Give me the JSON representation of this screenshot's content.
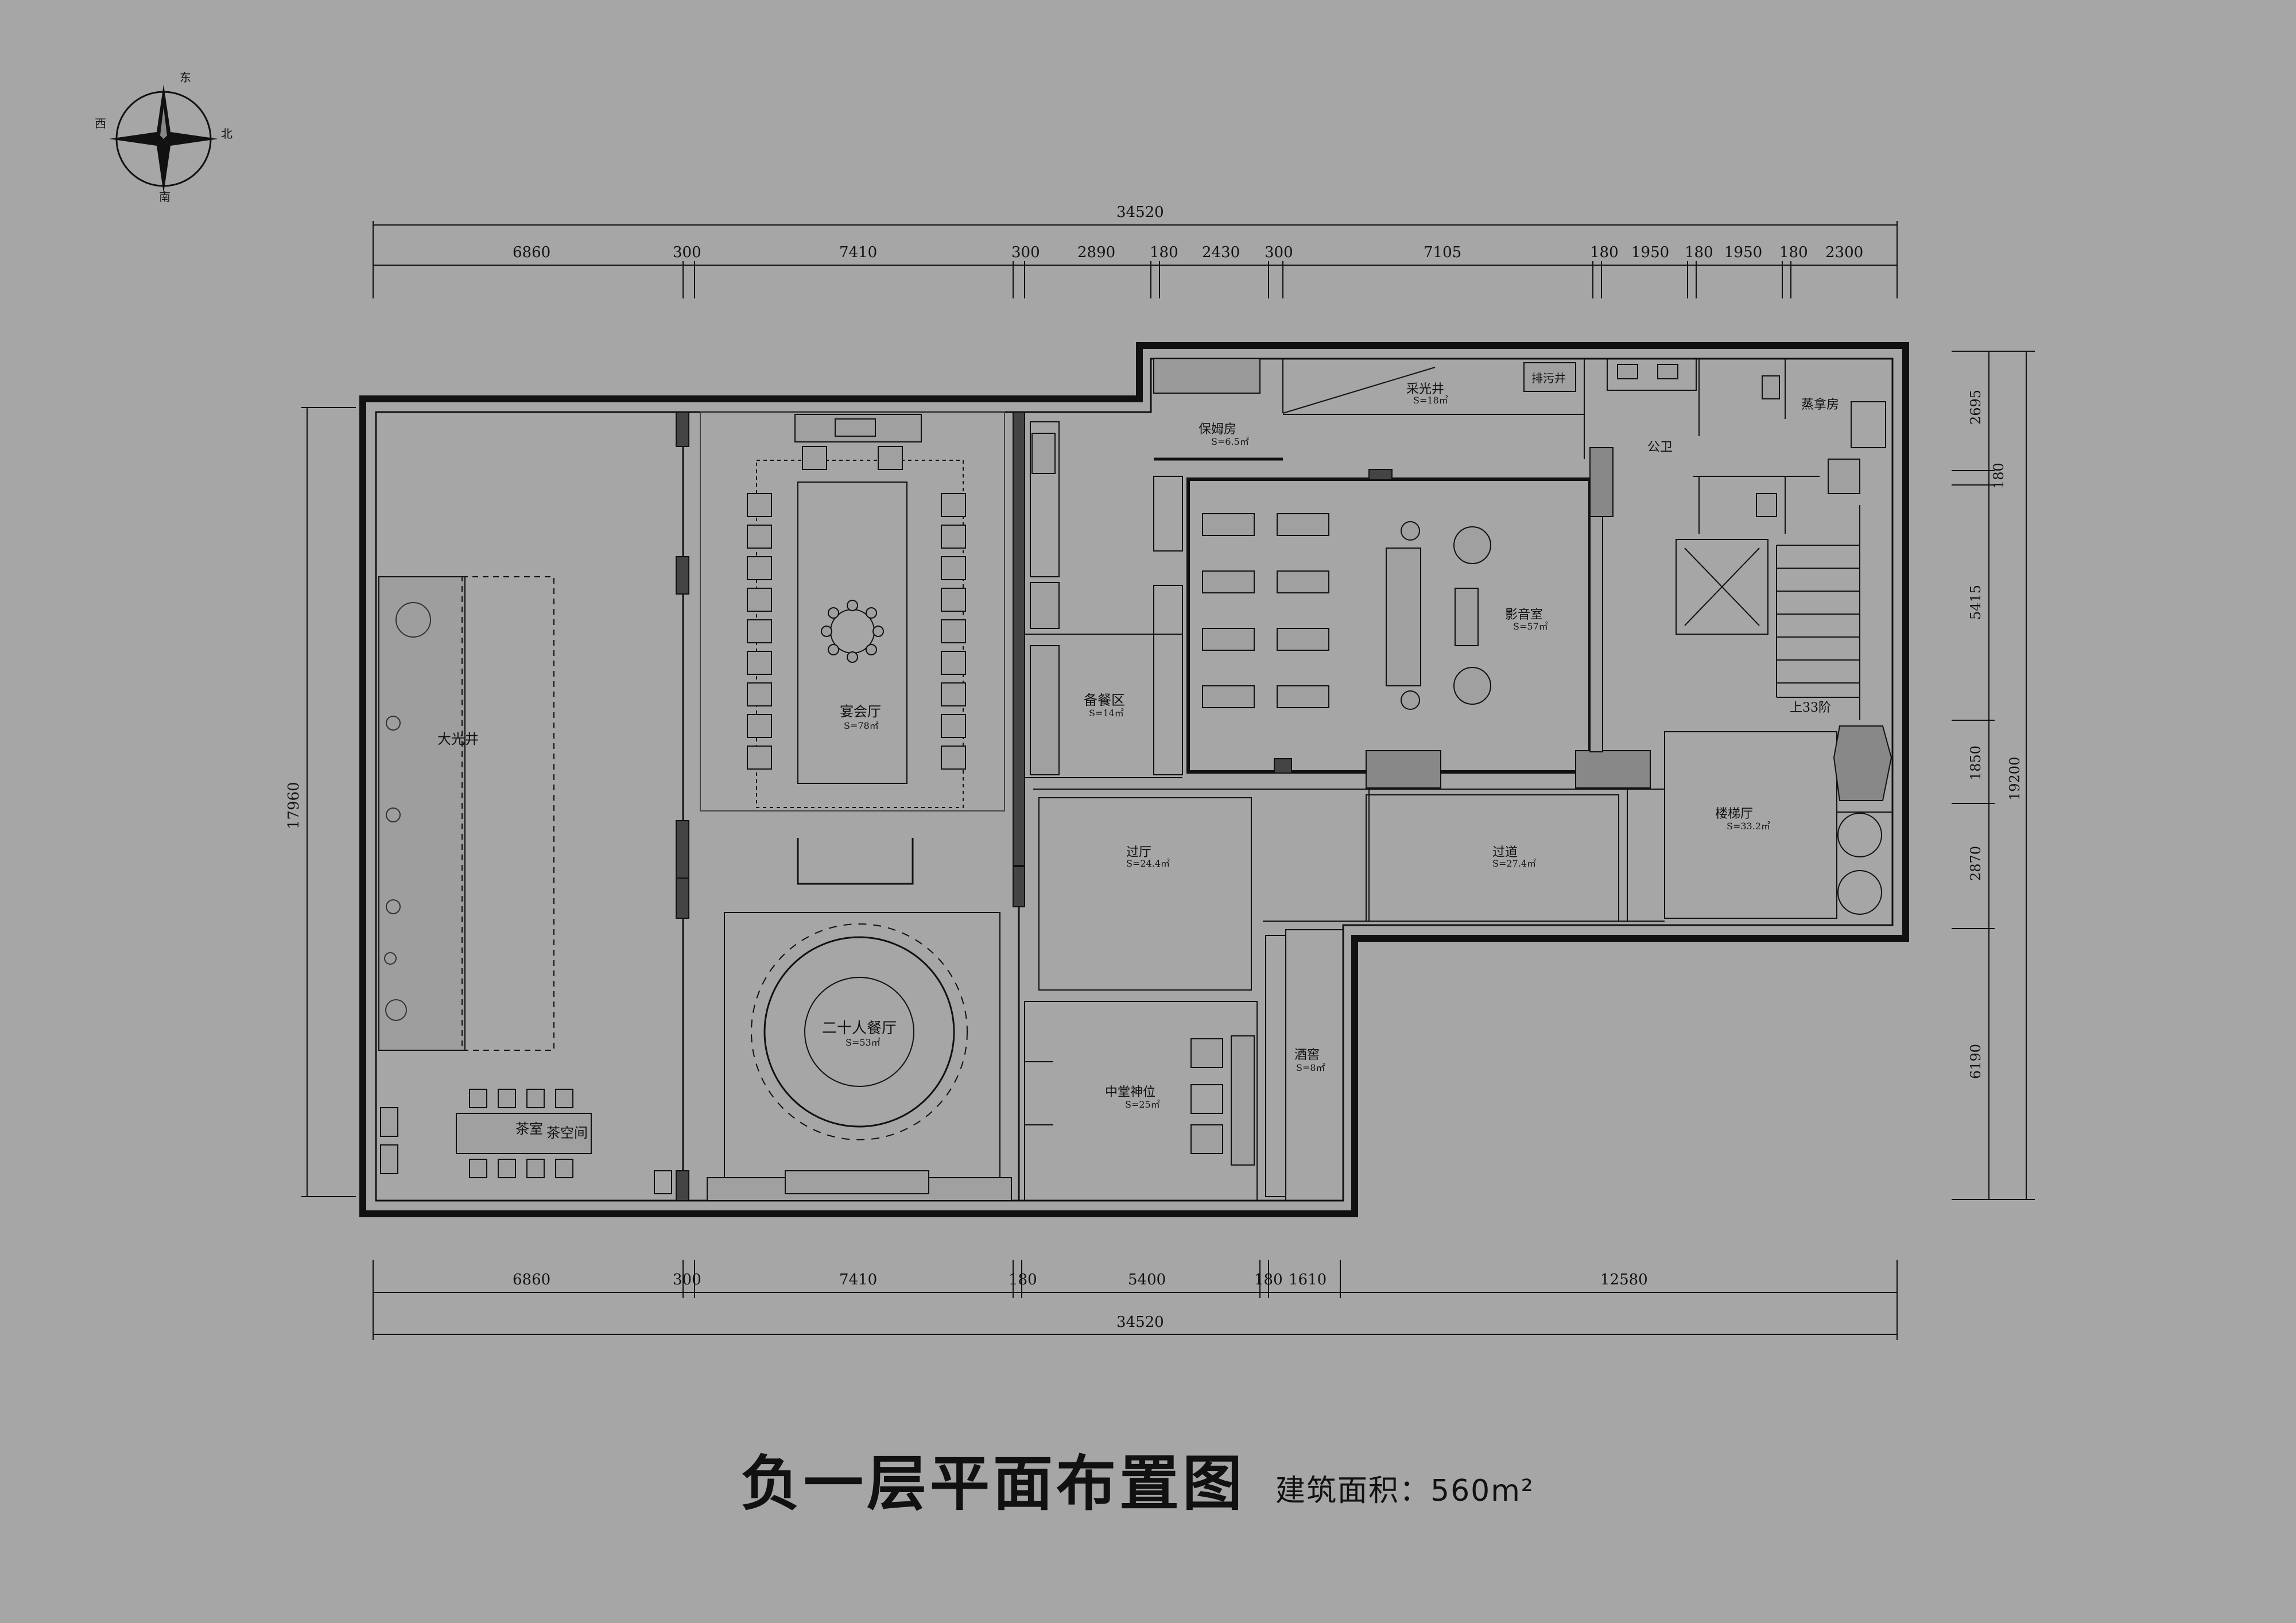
{
  "compass": {
    "north": "北",
    "south": "南",
    "east": "东",
    "west": "西"
  },
  "dimensions": {
    "top_total": "34520",
    "top": [
      "6860",
      "300",
      "7410",
      "300",
      "2890",
      "180",
      "2430",
      "300",
      "7105",
      "180",
      "1950",
      "180",
      "1950",
      "180",
      "2300"
    ],
    "bottom": [
      "6860",
      "300",
      "7410",
      "180",
      "5400",
      "180",
      "1610",
      "12580"
    ],
    "bottom_total": "34520",
    "left": "17960",
    "right": [
      "2695",
      "180",
      "5415",
      "1850",
      "2870",
      "6190"
    ],
    "right_total": "19200"
  },
  "rooms": {
    "skylight": {
      "name": "大光井"
    },
    "banquet": {
      "name": "宴会厅",
      "area": "S=78㎡"
    },
    "dining20": {
      "name": "二十人餐厅",
      "area": "S=53㎡"
    },
    "tea": {
      "name": "茶室",
      "alt": "茶空间"
    },
    "prep": {
      "name": "备餐区",
      "area": "S=14㎡"
    },
    "nanny": {
      "name": "保姆房",
      "area": "S=6.5㎡"
    },
    "lightwell": {
      "name": "采光井",
      "area": "S=18㎡"
    },
    "sewage": {
      "name": "排污井"
    },
    "toilet": {
      "name": "公卫"
    },
    "sauna": {
      "name": "蒸拿房"
    },
    "cinema": {
      "name": "影音室",
      "area": "S=57㎡"
    },
    "stairs": {
      "name": "上33阶"
    },
    "stairhall": {
      "name": "楼梯厅",
      "area": "S=33.2㎡"
    },
    "lobby": {
      "name": "过厅",
      "area": "S=24.4㎡"
    },
    "corridor": {
      "name": "过道",
      "area": "S=27.4㎡"
    },
    "shrine": {
      "name": "中堂神位",
      "area": "S=25㎡"
    },
    "wine": {
      "name": "酒窖",
      "area": "S=8㎡"
    }
  },
  "title": "负一层平面布置图",
  "area_label": "建筑面积：560m²"
}
